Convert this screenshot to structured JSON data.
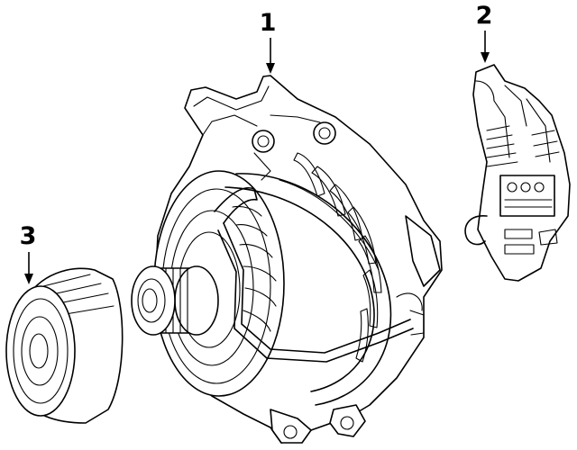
{
  "diagram": {
    "callouts": [
      {
        "id": "alternator",
        "label": "1"
      },
      {
        "id": "voltage-regulator",
        "label": "2"
      },
      {
        "id": "pulley",
        "label": "3"
      }
    ],
    "colors": {
      "line": "#000000",
      "background": "#ffffff"
    }
  }
}
